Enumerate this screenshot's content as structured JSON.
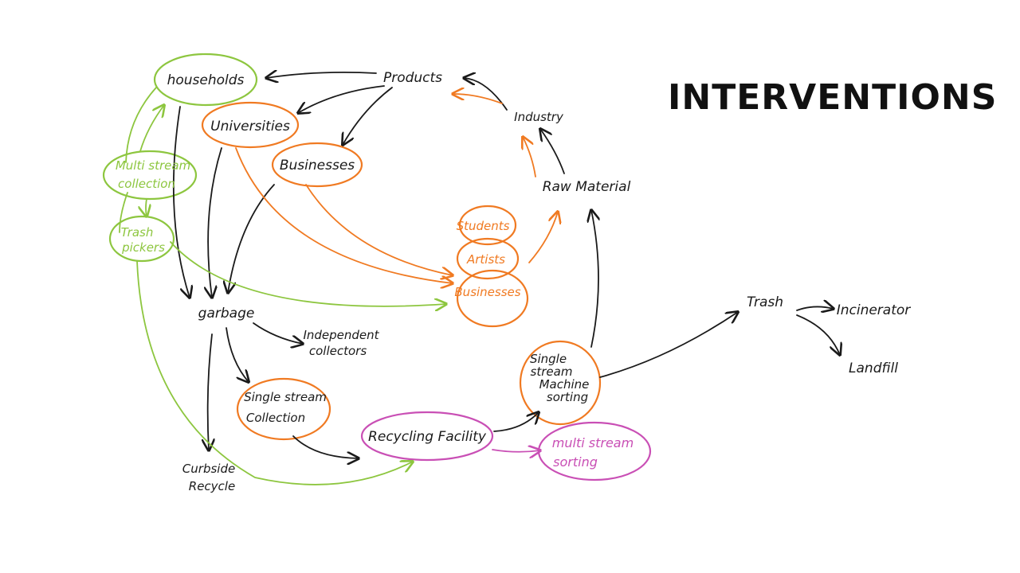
{
  "title": "INTERVENTIONS",
  "colors": {
    "ink": "#1a1a1a",
    "orange": "#f07a22",
    "green": "#8dc63f",
    "pink": "#c94fb5"
  },
  "nodes": {
    "households": "households",
    "products": "Products",
    "universities": "Universities",
    "businesses_top": "Businesses",
    "industry": "Industry",
    "raw_material": "Raw Material",
    "multi_stream_collection_1": "Multi stream",
    "multi_stream_collection_2": "collection",
    "trash_pickers_1": "Trash",
    "trash_pickers_2": "pickers",
    "students": "Students",
    "artists": "Artists",
    "businesses_stack": "Businesses",
    "garbage": "garbage",
    "independent_collectors_1": "Independent",
    "independent_collectors_2": "collectors",
    "single_stream_collection_1": "Single stream",
    "single_stream_collection_2": "Collection",
    "curbside_recycle_1": "Curbside",
    "curbside_recycle_2": "Recycle",
    "recycling_facility": "Recycling Facility",
    "multi_stream_sorting_1": "multi stream",
    "multi_stream_sorting_2": "sorting",
    "single_stream_machine_sorting_1": "Single",
    "single_stream_machine_sorting_2": "stream",
    "single_stream_machine_sorting_3": "Machine",
    "single_stream_machine_sorting_4": "sorting",
    "trash": "Trash",
    "incinerator": "Incinerator",
    "landfill": "Landfill"
  }
}
